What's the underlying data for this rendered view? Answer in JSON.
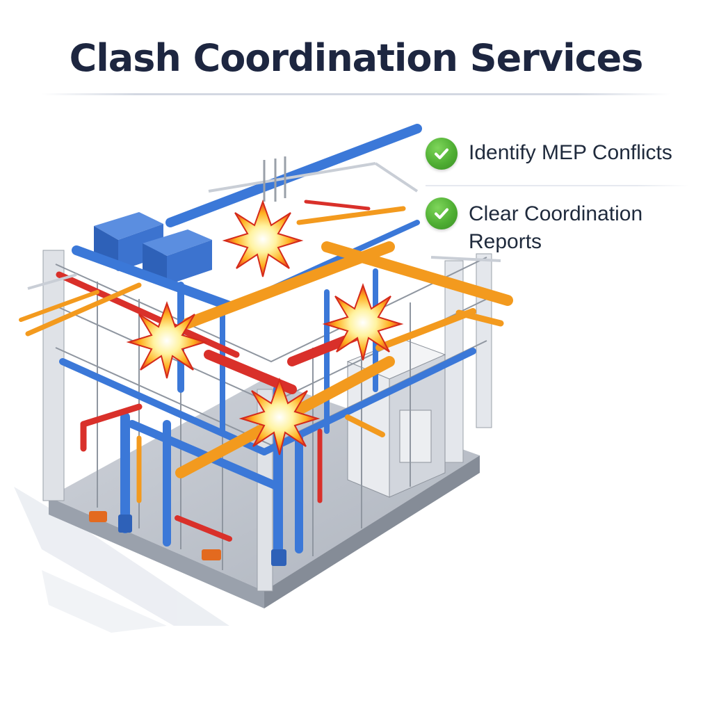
{
  "header": {
    "title": "Clash Coordination Services"
  },
  "features": [
    {
      "label": "Identify MEP Conflicts",
      "icon": "check-circle-icon"
    },
    {
      "label": "Clear Coordination Reports",
      "icon": "check-circle-icon"
    }
  ],
  "colors": {
    "title": "#1d2640",
    "check_green": "#4fae33",
    "pipe_blue": "#3b78d8",
    "pipe_orange": "#f39a1e",
    "pipe_red": "#d9302a",
    "clash_red": "#e8331f",
    "clash_yellow": "#ffd43b"
  },
  "illustration": {
    "subject": "isometric-mep-building-model",
    "clash_markers": 4
  }
}
